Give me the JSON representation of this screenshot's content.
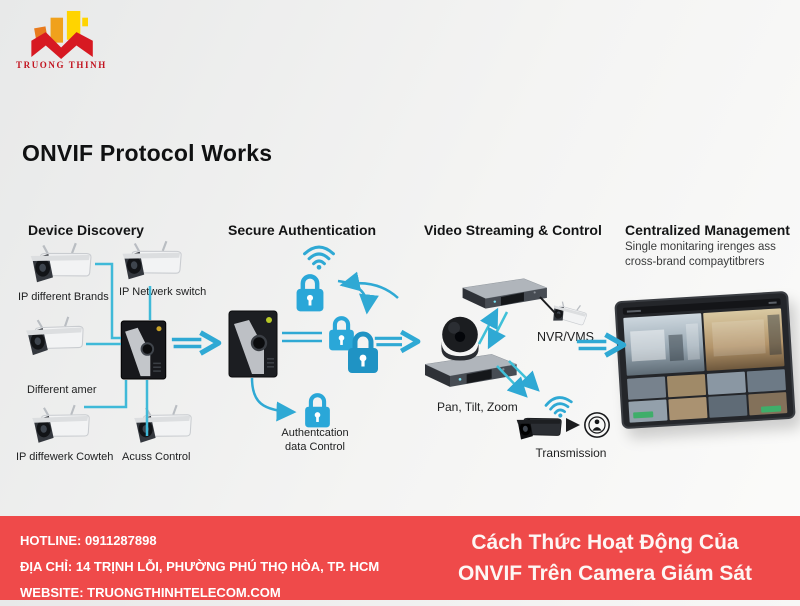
{
  "logo": {
    "text": "TRUONG THINH"
  },
  "page": {
    "title": "ONVIF Protocol Works"
  },
  "steps": [
    {
      "title": "Device Discovery"
    },
    {
      "title": "Secure Authentication"
    },
    {
      "title": "Video Streaming & Control"
    },
    {
      "title": "Centralized Management",
      "subtitle1": "Single monitaring irenges ass",
      "subtitle2": "cross-brand compaytitbrers"
    }
  ],
  "discovery": {
    "label_brands": "IP different Brands",
    "label_switch": "IP Netwerk switch",
    "label_different": "Different amer",
    "label_ip_camera": "IP diffewerk Cowteh",
    "label_access": "Acuss Control"
  },
  "auth": {
    "caption1": "Authentcation",
    "caption2": "data Control"
  },
  "streaming": {
    "label_nvr": "NVR/VMS",
    "label_ptz": "Pan, Tilt, Zoom",
    "label_transmission": "Transmission"
  },
  "footer": {
    "hotline": "HOTLINE: 0911287898",
    "address": "ĐỊA CHỈ: 14 TRỊNH LỖI, PHƯỜNG PHÚ THỌ HÒA, TP. HCM",
    "website": "WEBSITE: TRUONGTHINHTELECOM.COM",
    "caption1": "Cách Thức Hoạt Động Của",
    "caption2": "ONVIF Trên Camera Giám Sát"
  },
  "colors": {
    "accent_teal": "#2fa9d4",
    "lock_blue": "#2aa7d8",
    "footer_red": "#ef4a4a"
  }
}
